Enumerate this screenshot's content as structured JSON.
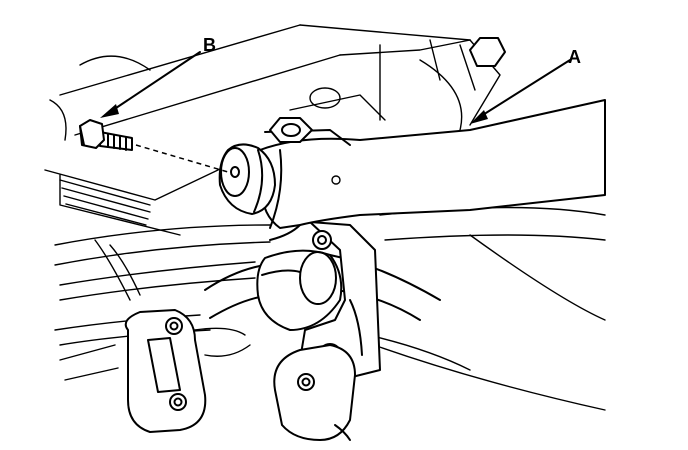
{
  "figure": {
    "labels": {
      "a": "A",
      "b": "B"
    },
    "parts": {
      "a": "rear-trailing-arm",
      "b": "flange-bolt"
    },
    "colors": {
      "ink": "#000000",
      "paper": "#ffffff"
    }
  }
}
